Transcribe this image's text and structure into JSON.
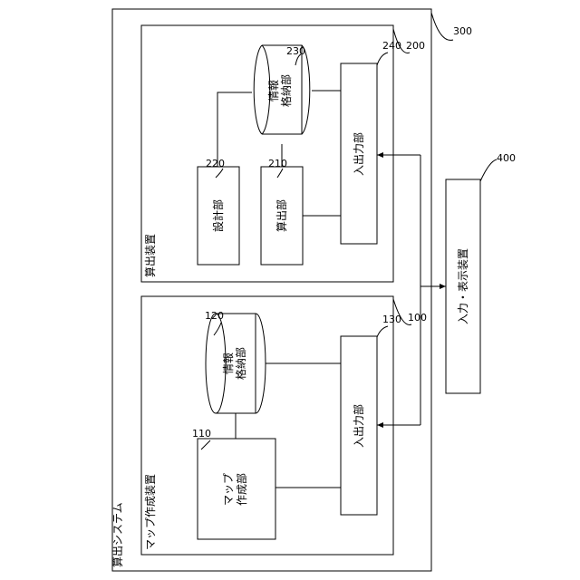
{
  "system": {
    "ref": "300",
    "label": "算出システム"
  },
  "calc_device": {
    "ref": "200",
    "label": "算出装置"
  },
  "map_device": {
    "ref": "100",
    "label": "マップ作成装置"
  },
  "io_display_device": {
    "ref": "400",
    "label": "入力・表示装置"
  },
  "components": {
    "storage_230": {
      "ref": "230",
      "line1": "情報",
      "line2": "格納部"
    },
    "design_220": {
      "ref": "220",
      "label": "設計部"
    },
    "calc_210": {
      "ref": "210",
      "label": "算出部"
    },
    "io_240": {
      "ref": "240",
      "label": "入出力部"
    },
    "storage_120": {
      "ref": "120",
      "line1": "情報",
      "line2": "格納部"
    },
    "map_110": {
      "ref": "110",
      "line1": "マップ",
      "line2": "作成部"
    },
    "io_130": {
      "ref": "130",
      "label": "入出力部"
    }
  }
}
